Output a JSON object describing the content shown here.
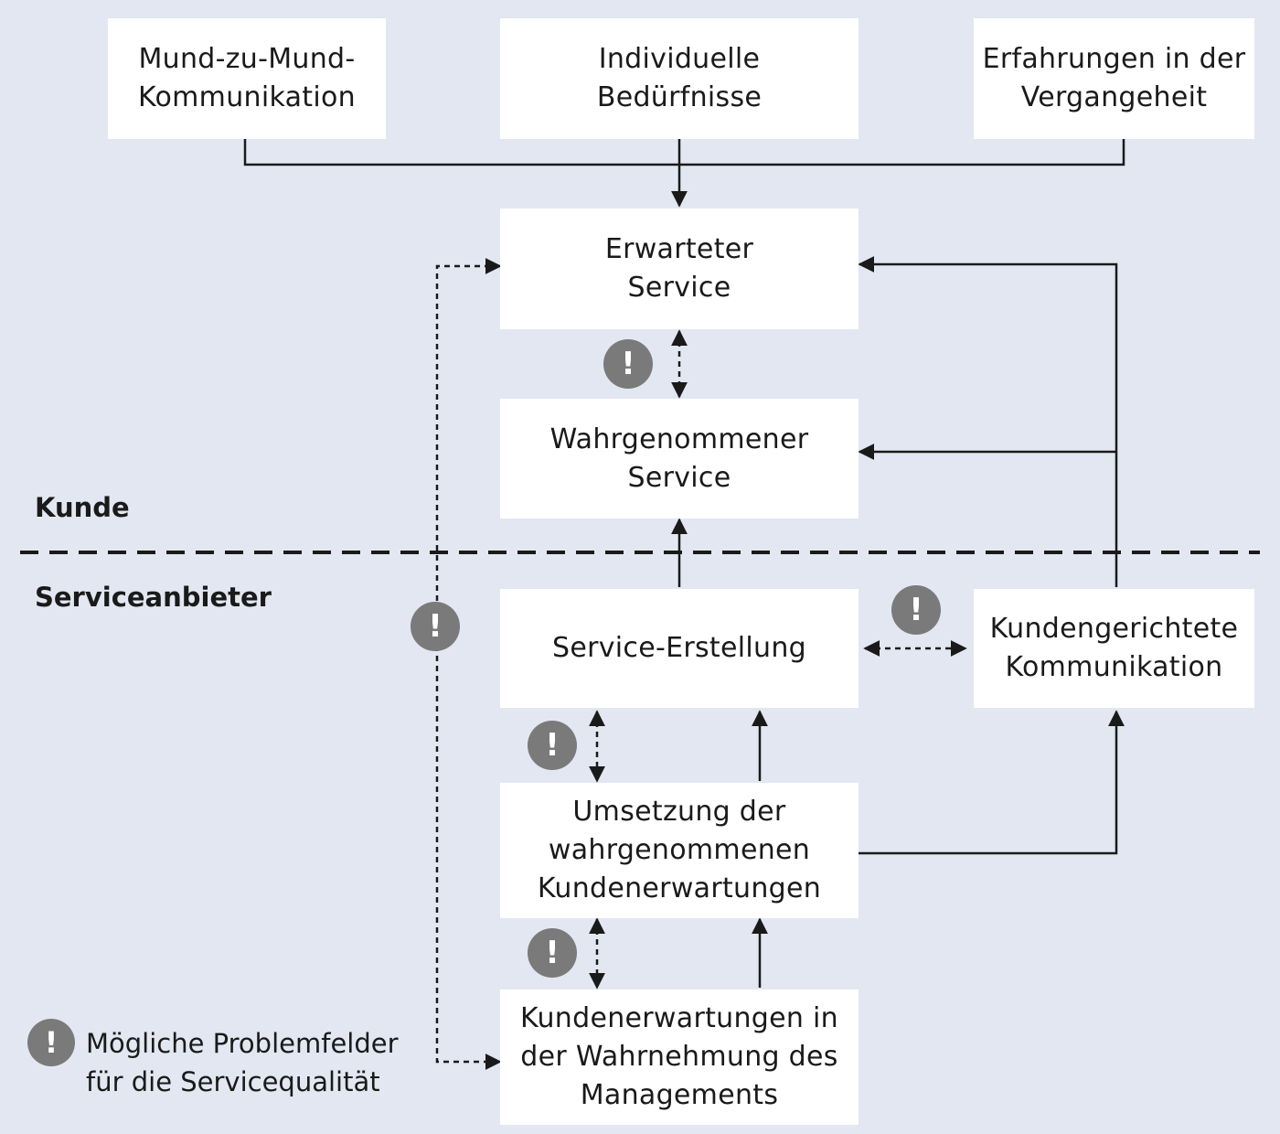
{
  "boxes": {
    "mund_zu_mund": "Mund-zu-Mund-\nKommunikation",
    "individuelle_beduerfnisse": "Individuelle\nBedürfnisse",
    "erfahrungen": "Erfahrungen in der\nVergangeheit",
    "erwarteter_service": "Erwarteter\nService",
    "wahrgenommener_service": "Wahrgenommener\nService",
    "service_erstellung": "Service-Erstellung",
    "kundengerichtete_kommunikation": "Kundengerichtete\nKommunikation",
    "umsetzung": "Umsetzung der\nwahrgenommenen\nKundenerwartungen",
    "management": "Kundenerwartungen in\nder Wahrnehmung des\nManagements"
  },
  "zones": {
    "kunde": "Kunde",
    "serviceanbieter": "Serviceanbieter"
  },
  "warning_glyph": "!",
  "warning_color": "#7a7a7a",
  "legend": {
    "text": "Mögliche Problemfelder\nfür die Servicequalität"
  },
  "colors": {
    "background": "#e3e7f1",
    "box": "#ffffff",
    "line": "#1a1a1a"
  }
}
